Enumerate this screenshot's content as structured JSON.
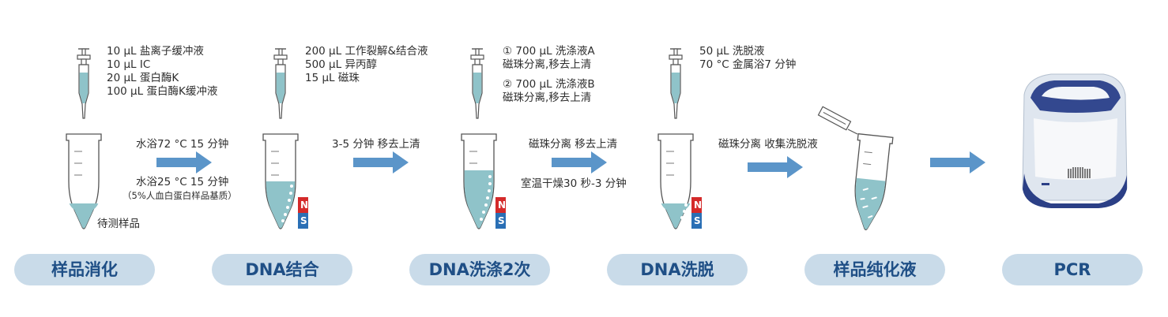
{
  "steps": [
    {
      "label": "样品消化",
      "reagents": [
        "10 µL 盐离子缓冲液",
        "10 µL IC",
        "20 µL 蛋白酶K",
        "100 µL 蛋白酶K缓冲液"
      ],
      "tube_label": "待测样品"
    },
    {
      "label": "DNA结合",
      "reagents": [
        "200 µL 工作裂解&结合液",
        "500 µL 异丙醇",
        "15 µL 磁珠"
      ]
    },
    {
      "label": "DNA洗涤2次",
      "reagents_a": [
        "① 700 µL 洗涤液A",
        "磁珠分离,移去上清"
      ],
      "reagents_b": [
        "② 700 µL 洗涤液B",
        "磁珠分离,移去上清"
      ]
    },
    {
      "label": "DNA洗脱",
      "reagents": [
        "50 µL 洗脱液",
        "70 °C 金属浴7 分钟"
      ]
    },
    {
      "label": "样品纯化液"
    },
    {
      "label": "PCR"
    }
  ],
  "arrows": [
    {
      "top": "水浴72 °C 15 分钟",
      "bottom": "水浴25 °C 15 分钟",
      "bottom_note": "（5%人血白蛋白样品基质）"
    },
    {
      "top": "3-5 分钟 移去上清"
    },
    {
      "top": "磁珠分离 移去上清",
      "bottom": "室温干燥30 秒-3 分钟"
    },
    {
      "top": "磁珠分离 收集洗脱液"
    },
    {}
  ],
  "magnet": {
    "north": "N",
    "south": "S",
    "north_color": "#d42a2a",
    "south_color": "#2a6fb5"
  },
  "colors": {
    "arrow": "#5b95c9",
    "pill_bg": "#c9dbe9",
    "pill_text": "#1f4f86",
    "liquid": "#8fc3c9"
  }
}
